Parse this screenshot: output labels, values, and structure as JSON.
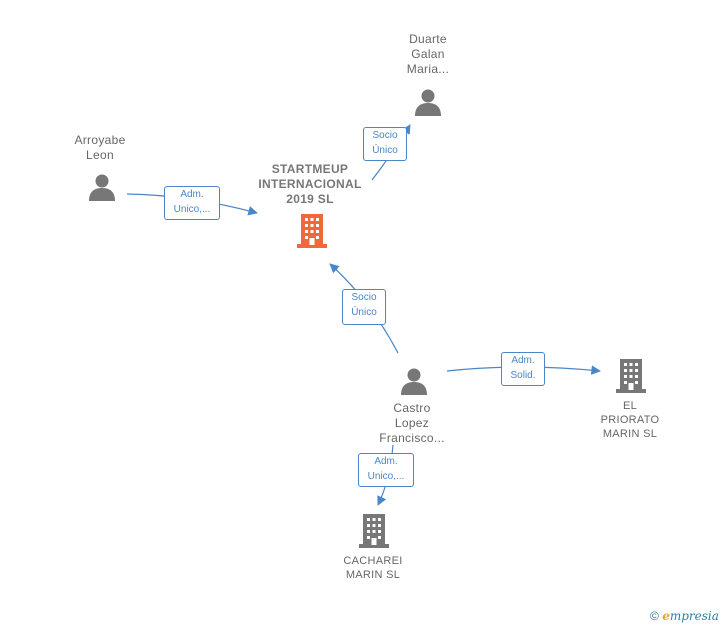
{
  "nodes": {
    "duarte": {
      "label": "Duarte\nGalan\nMaria..."
    },
    "arroyabe": {
      "label": "Arroyabe\nLeon"
    },
    "startmeup": {
      "label": "STARTMEUP\nINTERNACIONAL\n2019  SL"
    },
    "castro": {
      "label": "Castro\nLopez\nFrancisco..."
    },
    "priorato": {
      "label": "EL\nPRIORATO\nMARIN  SL"
    },
    "cacharei": {
      "label": "CACHAREI\nMARIN  SL"
    }
  },
  "edges": {
    "duarte_startmeup": "Socio\nÚnico",
    "arroyabe_startmeup": "Adm.\nUnico,...",
    "castro_startmeup": "Socio\nÚnico",
    "castro_priorato": "Adm.\nSolid.",
    "castro_cacharei": "Adm.\nUnico,..."
  },
  "colors": {
    "edge": "#4a86c8",
    "person": "#777777",
    "company": "#777777",
    "main_company": "#ef6a3a"
  },
  "footer": {
    "copyright": "©",
    "brand_initial": "e",
    "brand_rest": "mpresia"
  }
}
